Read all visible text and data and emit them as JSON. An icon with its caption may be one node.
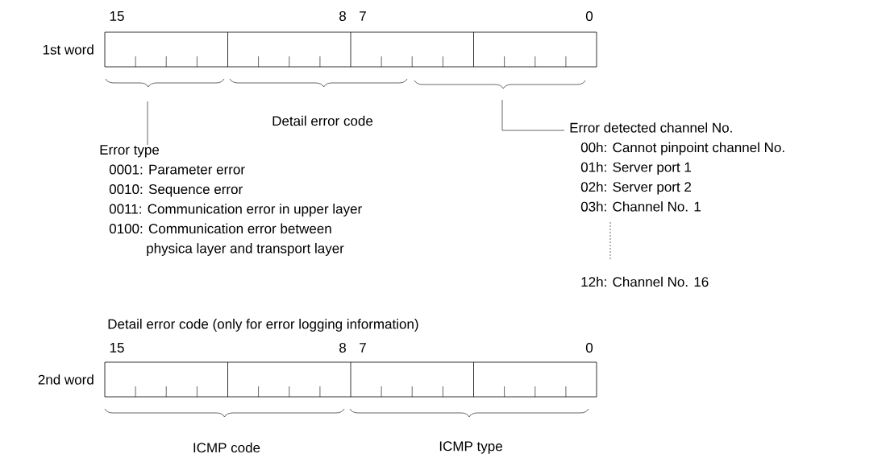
{
  "diagram": {
    "nodes": [
      {
        "text": [
          "1st word"
        ]
      },
      {
        "text": [
          "Error type",
          "0001: Parameter error",
          "0010: Sequence error",
          "0011: Communication error in upper layer",
          "0100: Communication error between physica layer and transport layer"
        ]
      },
      {
        "text": [
          "Error detected channel No.",
          "00h: Cannot pinpoint channel No.",
          "01h: Server port 1",
          "02h: Server port 2",
          "03h: Channel No. 1",
          "12h: Channel No. 16"
        ]
      },
      {
        "text": [
          "2nd word"
        ]
      }
    ],
    "edges": [
      {
        "from": 1,
        "to": null,
        "arrow": "none"
      },
      {
        "from": 2,
        "to": null,
        "arrow": "none"
      }
    ],
    "labels": [
      "15",
      "8",
      "7",
      "0",
      "Detail error code",
      "Detail error code (only for error logging information)",
      "15",
      "8",
      "7",
      "0",
      "ICMP code",
      "ICMP type"
    ]
  }
}
